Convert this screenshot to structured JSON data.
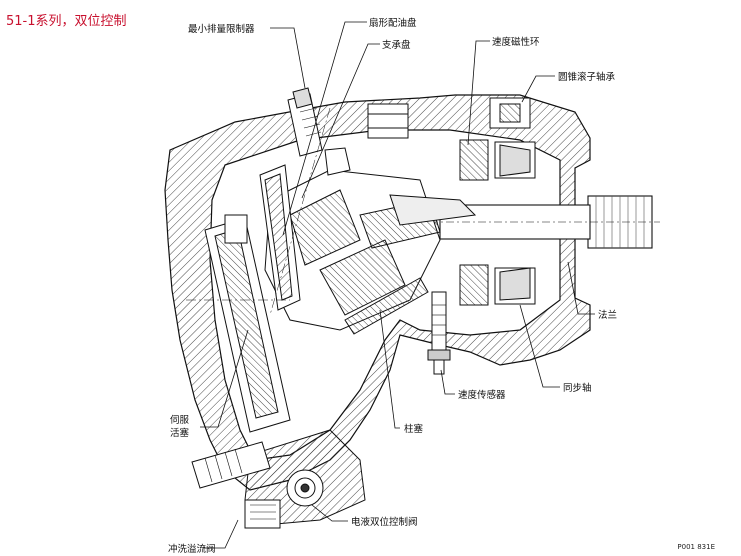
{
  "title": "51-1系列，双位控制",
  "figure_code": "P001 831E",
  "labels": {
    "max_displacement_limiter": "最小排量限制器",
    "swash_oil_plate": "扇形配油盘",
    "support_plate": "支承盘",
    "speed_magnetic_ring": "速度磁性环",
    "tapered_roller_bearing": "圆锥滚子轴承",
    "flange": "法兰",
    "sync_shaft": "同步轴",
    "speed_sensor": "速度传感器",
    "servo_piston_line1": "伺服",
    "servo_piston_line2": "活塞",
    "plunger": "柱塞",
    "electro_hydraulic_valve": "电液双位控制阀",
    "flush_relief_valve": "冲洗溢流阀"
  },
  "colors": {
    "title": "#c8102e",
    "line": "#111111",
    "hatch": "#333333"
  }
}
